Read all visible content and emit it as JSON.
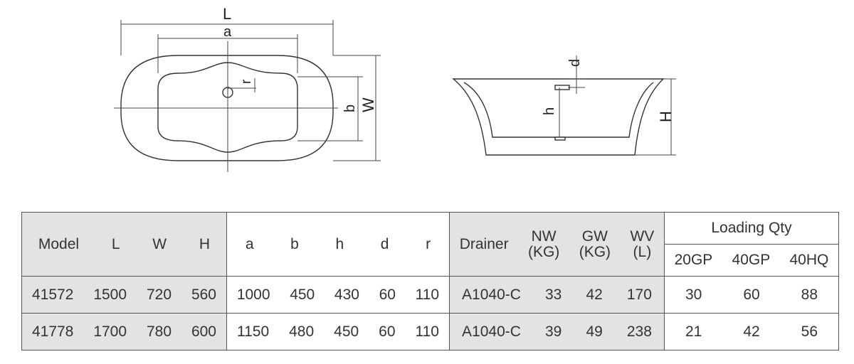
{
  "drawing": {
    "top_view_labels": {
      "L": "L",
      "a": "a",
      "r": "r",
      "b": "b",
      "W": "W"
    },
    "side_view_labels": {
      "d": "d",
      "h": "h",
      "H": "H"
    }
  },
  "table": {
    "group1_headers": [
      "Model",
      "L",
      "W",
      "H"
    ],
    "group2_headers": [
      "a",
      "b",
      "h",
      "d",
      "r"
    ],
    "group3_headers": [
      "Drainer",
      "NW\n(KG)",
      "GW\n(KG)",
      "WV\n(L)"
    ],
    "loading_title": "Loading Qty",
    "loading_headers": [
      "20GP",
      "40GP",
      "40HQ"
    ],
    "rows": [
      {
        "group1": [
          "41572",
          "1500",
          "720",
          "560"
        ],
        "group2": [
          "1000",
          "450",
          "430",
          "60",
          "110"
        ],
        "group3": [
          "A1040-C",
          "33",
          "42",
          "170"
        ],
        "loading": [
          "30",
          "60",
          "88"
        ]
      },
      {
        "group1": [
          "41778",
          "1700",
          "780",
          "600"
        ],
        "group2": [
          "1150",
          "480",
          "450",
          "60",
          "110"
        ],
        "group3": [
          "A1040-C",
          "39",
          "49",
          "238"
        ],
        "loading": [
          "21",
          "42",
          "56"
        ]
      }
    ]
  }
}
